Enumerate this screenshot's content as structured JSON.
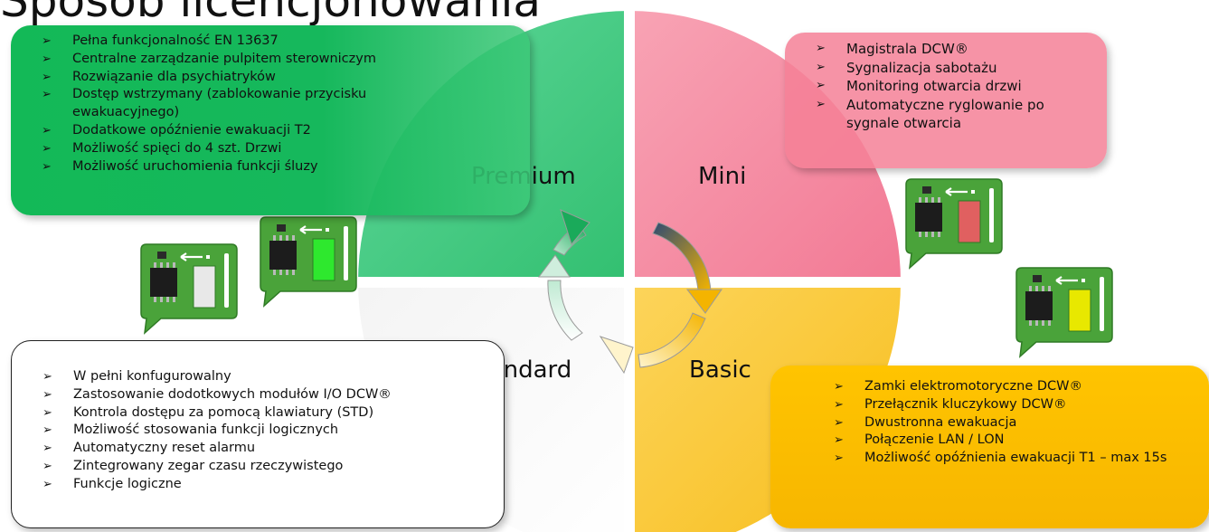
{
  "title": "Sposób licencjonowania",
  "bullet_symbol": "➢",
  "colors": {
    "premium": "#3ecb7c",
    "mini": "#f58ba1",
    "basic": "#fbc832",
    "standard": "#ffffff",
    "box_premium": "#13b957",
    "box_mini": "#f58096",
    "box_basic": "#ffc400",
    "led_standard": "#e8e8e8",
    "led_premium": "#2ee82e",
    "led_mini": "#e06060",
    "led_basic": "#e8e800"
  },
  "quadrants": {
    "premium": "Premium",
    "mini": "Mini",
    "standard": "Standard",
    "basic": "Basic"
  },
  "premium_box": {
    "items": [
      "Pełna funkcjonalność EN 13637",
      "Centralne zarządzanie pulpitem sterowniczym",
      "Rozwiązanie dla psychiatryków",
      "Dostęp wstrzymany (zablokowanie przycisku ewakuacyjnego)",
      "Dodatkowe opóźnienie ewakuacji T2",
      "Możliwość spięci do 4 szt. Drzwi",
      "Możliwość uruchomienia funkcji śluzy"
    ]
  },
  "mini_box": {
    "items": [
      "Magistrala DCW®",
      "Sygnalizacja sabotażu",
      "Monitoring otwarcia drzwi",
      "Automatyczne ryglowanie po sygnale otwarcia"
    ]
  },
  "standard_box": {
    "items": [
      "W pełni konfugurowalny",
      "Zastosowanie dodotkowych modułów I/O DCW®",
      "Kontrola dostępu za pomocą klawiatury (STD)",
      "Możliwość stosowania funkcji logicznych",
      "Automatyczny reset alarmu",
      "Zintegrowany zegar czasu rzeczywistego",
      "Funkcje logiczne"
    ]
  },
  "basic_box": {
    "items": [
      "Zamki elektromotoryczne DCW®",
      "Przełącznik kluczykowy DCW®",
      "Dwustronna ewakuacja",
      "Połączenie LAN / LON",
      "Możliwość opóźnienia ewakuacji T1 – max 15s"
    ]
  },
  "modules": [
    {
      "name": "module-standard-icon",
      "led": "led_standard"
    },
    {
      "name": "module-premium-icon",
      "led": "led_premium"
    },
    {
      "name": "module-mini-icon",
      "led": "led_mini"
    },
    {
      "name": "module-basic-icon",
      "led": "led_basic"
    }
  ]
}
